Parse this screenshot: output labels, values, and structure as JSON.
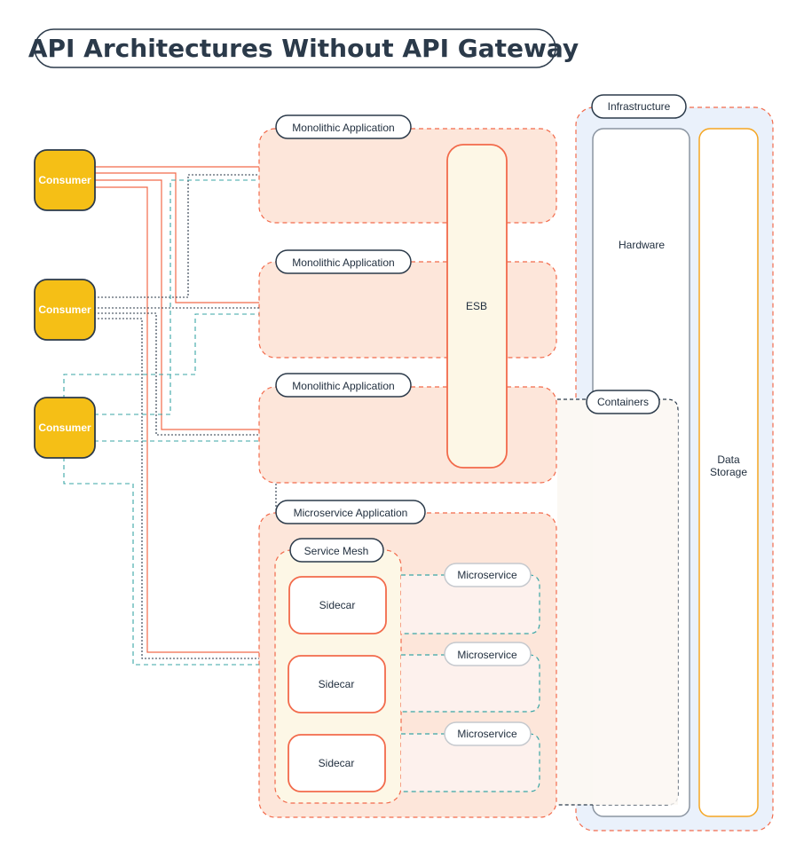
{
  "title": "API Architectures Without API Gateway",
  "consumers": [
    "Consumer",
    "Consumer",
    "Consumer"
  ],
  "monoliths": [
    "Monolithic Application",
    "Monolithic Application",
    "Monolithic Application"
  ],
  "esb": "ESB",
  "microservice_app": {
    "label": "Microservice Application",
    "service_mesh": "Service Mesh",
    "sidecars": [
      "Sidecar",
      "Sidecar",
      "Sidecar"
    ],
    "microservices": [
      "Microservice",
      "Microservice",
      "Microservice"
    ]
  },
  "infrastructure": {
    "label": "Infrastructure",
    "hardware": "Hardware",
    "containers": "Containers",
    "data_storage_line1": "Data",
    "data_storage_line2": "Storage"
  },
  "colors": {
    "accent_orange": "#f26a4b",
    "consumer_yellow": "#f5bf16",
    "teal": "#3aa6a6",
    "dark": "#2b3a4a",
    "infra_bg": "#eaf1fb",
    "app_bg": "#fde6da",
    "storage_orange": "#f5a623"
  }
}
